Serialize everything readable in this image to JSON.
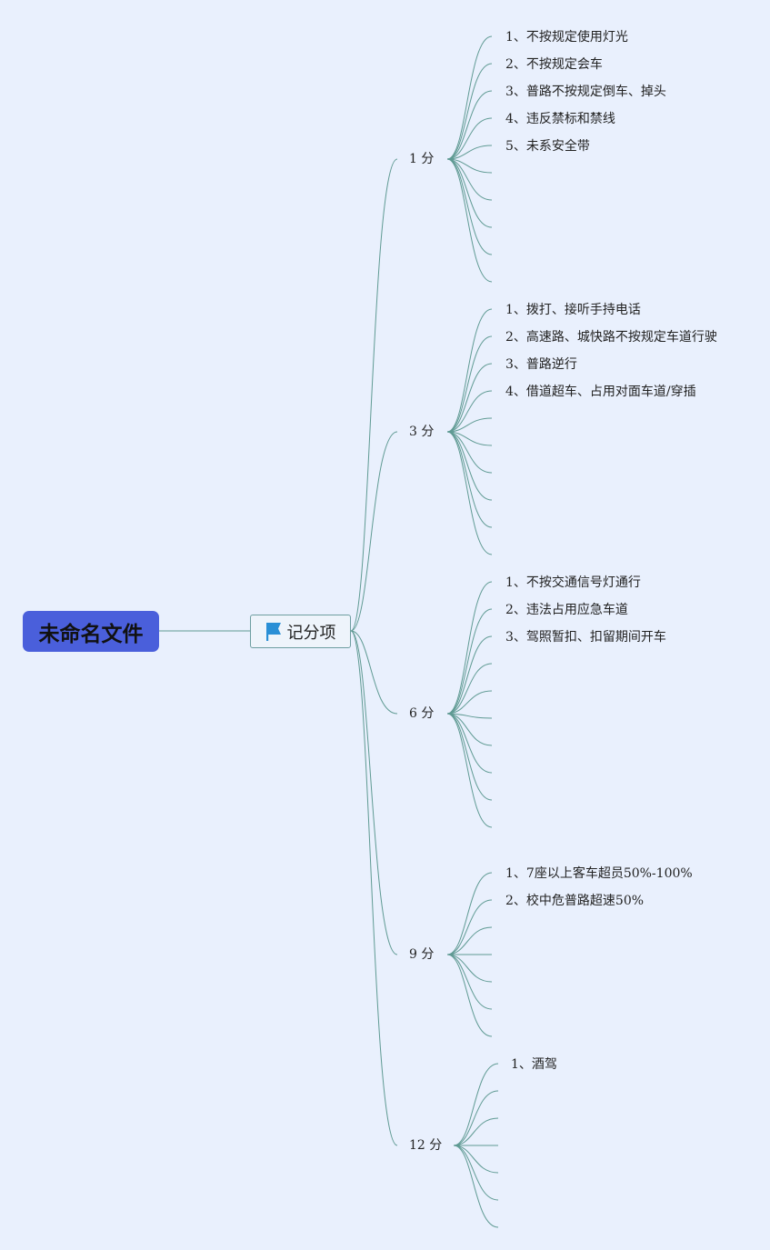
{
  "root": {
    "title": "未命名文件"
  },
  "hub": {
    "label": "记分项",
    "icon": "flag-icon",
    "icon_color": "#2a8fd6"
  },
  "line_color": "#5f9a93",
  "groups": [
    {
      "label": "1 分",
      "items": [
        "1、不按规定使用灯光",
        "2、不按规定会车",
        "3、普路不按规定倒车、掉头",
        "4、违反禁标和禁线",
        "5、未系安全带",
        "",
        "",
        "",
        "",
        ""
      ]
    },
    {
      "label": "3 分",
      "items": [
        "1、拨打、接听手持电话",
        "2、高速路、城快路不按规定车道行驶",
        "3、普路逆行",
        "4、借道超车、占用对面车道/穿插",
        "",
        "",
        "",
        "",
        "",
        ""
      ]
    },
    {
      "label": "6 分",
      "items": [
        "1、不按交通信号灯通行",
        "2、违法占用应急车道",
        "3、驾照暂扣、扣留期间开车",
        "",
        "",
        "",
        "",
        "",
        "",
        ""
      ]
    },
    {
      "label": "9 分",
      "items": [
        "1、7座以上客车超员50%-100%",
        "2、校中危普路超速50%",
        "",
        "",
        "",
        "",
        ""
      ]
    },
    {
      "label": "12 分",
      "items": [
        "1、酒驾",
        "",
        "",
        "",
        "",
        "",
        ""
      ]
    }
  ]
}
